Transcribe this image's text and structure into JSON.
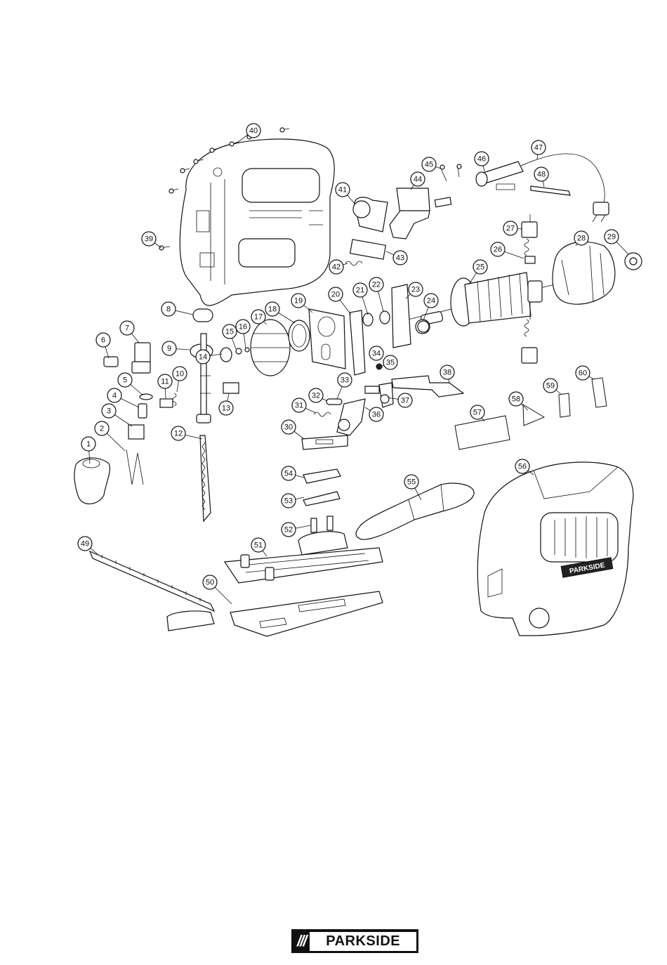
{
  "diagram": {
    "callouts": [
      "1",
      "2",
      "3",
      "4",
      "5",
      "6",
      "7",
      "8",
      "9",
      "10",
      "11",
      "12",
      "13",
      "14",
      "15",
      "16",
      "17",
      "18",
      "19",
      "20",
      "21",
      "22",
      "23",
      "24",
      "25",
      "26",
      "27",
      "28",
      "29",
      "30",
      "31",
      "32",
      "33",
      "34",
      "35",
      "36",
      "37",
      "38",
      "39",
      "40",
      "41",
      "42",
      "43",
      "44",
      "45",
      "46",
      "47",
      "48",
      "49",
      "50",
      "51",
      "52",
      "53",
      "54",
      "55",
      "56",
      "57",
      "58",
      "59",
      "60"
    ],
    "tool_badge": "PARKSIDE"
  },
  "logo": {
    "slashes": "///",
    "brand": "PARKSIDE"
  }
}
